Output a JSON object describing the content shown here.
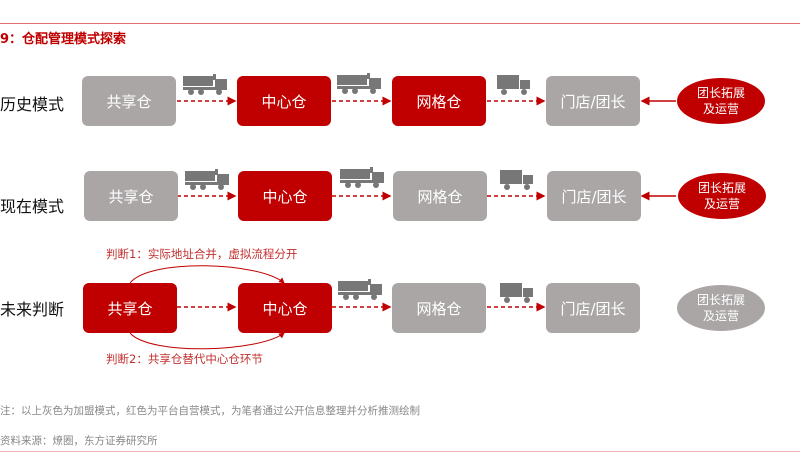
{
  "title": "9：仓配管理模式探索",
  "colors": {
    "red": "#c00000",
    "gray": "#aaa6a6"
  },
  "rows": [
    {
      "label": "历史模式",
      "nodes": [
        "共享仓",
        "中心仓",
        "网格仓",
        "门店/团长"
      ],
      "ellipse": "团长拓展\n及运营"
    },
    {
      "label": "现在模式",
      "nodes": [
        "共享仓",
        "中心仓",
        "网格仓",
        "门店/团长"
      ],
      "ellipse": "团长拓展\n及运营"
    },
    {
      "label": "未来判断",
      "nodes": [
        "共享仓",
        "中心仓",
        "网格仓",
        "门店/团长"
      ],
      "ellipse": "团长拓展\n及运营"
    }
  ],
  "judgment1": "判断1：实际地址合并，虚拟流程分开",
  "judgment2": "判断2：共享仓替代中心仓环节",
  "note": "注：以上灰色为加盟模式，红色为平台自营模式，为笔者通过公开信息整理并分析推测绘制",
  "source": "资料来源：燎圈，东方证券研究所"
}
